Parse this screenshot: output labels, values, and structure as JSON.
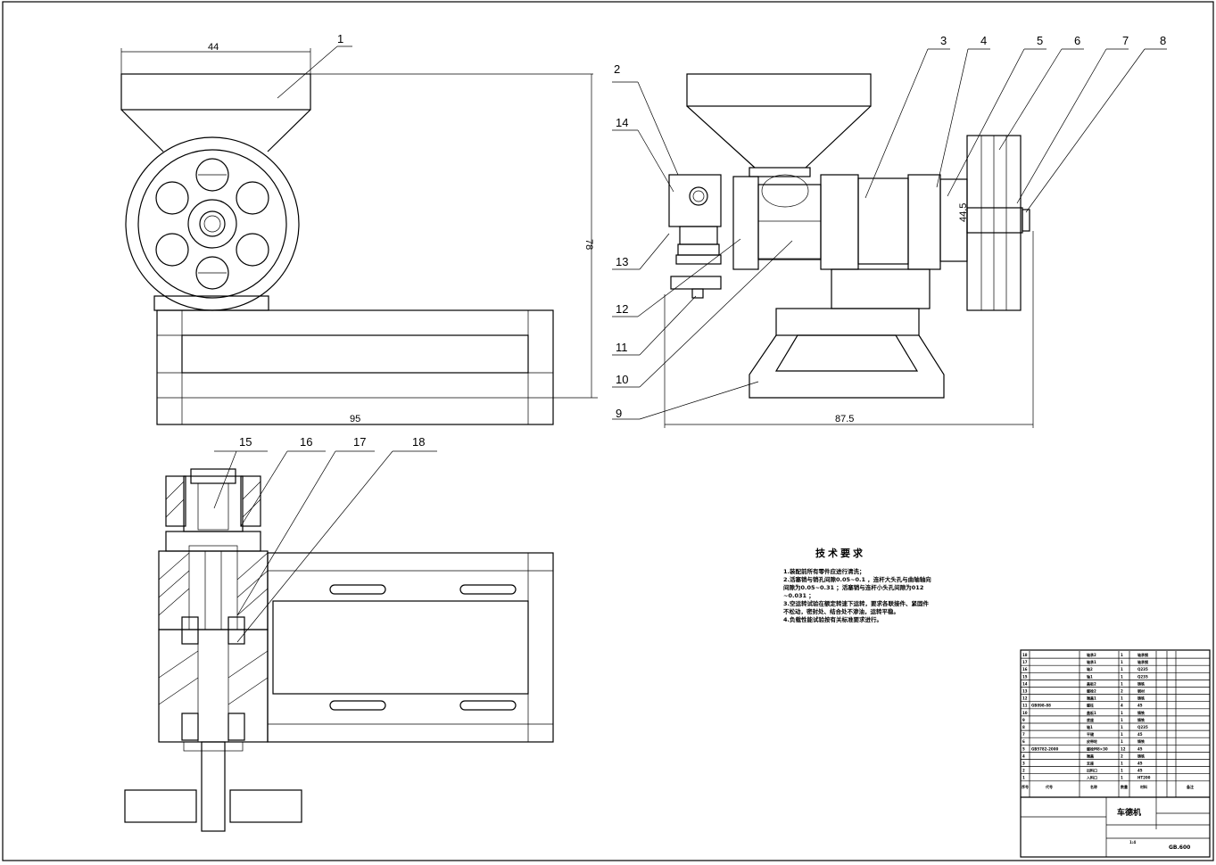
{
  "labels": {
    "main_view": [
      "1"
    ],
    "right_view": [
      "2",
      "3",
      "4",
      "5",
      "6",
      "7",
      "8",
      "9",
      "10",
      "11",
      "12",
      "13",
      "14"
    ],
    "section_view": [
      "15",
      "16",
      "17",
      "18"
    ]
  },
  "dimensions": {
    "hopper_width": "44",
    "height": "78",
    "base_length": "95",
    "right_length": "87.5",
    "shaft_dia": "44.5"
  },
  "tech_requirements": {
    "title": "技术要求",
    "lines": [
      "1.装配前所有零件应进行清洗；",
      "2.活塞销与销孔间隙0.05~0.1    ，连杆大头孔与曲轴轴向",
      "间隙为0.05~0.31   ；活塞销与连杆小头孔间隙为012",
      "~0.031   ；",
      "3.空运转试验在额定转速下运转，要求各联接件、紧固件",
      "不松动，密封处、结合处不渗油，运转平稳。",
      "4.负载性能试验按有关标准要求进行。"
    ]
  },
  "title_block": {
    "product_name": "车德机",
    "drawing_no": "GB.600",
    "scale": "1:4",
    "rows": [
      {
        "no": "18",
        "code": "",
        "name": "轴承2",
        "qty": "1",
        "mat": "轴承钢"
      },
      {
        "no": "17",
        "code": "",
        "name": "轴承1",
        "qty": "1",
        "mat": "轴承钢"
      },
      {
        "no": "16",
        "code": "",
        "name": "轴2",
        "qty": "1",
        "mat": "Q235"
      },
      {
        "no": "15",
        "code": "",
        "name": "轴1",
        "qty": "1",
        "mat": "Q235"
      },
      {
        "no": "14",
        "code": "",
        "name": "盖板2",
        "qty": "1",
        "mat": "铸铁"
      },
      {
        "no": "13",
        "code": "",
        "name": "螺栓2",
        "qty": "2",
        "mat": "钢材"
      },
      {
        "no": "12",
        "code": "",
        "name": "端盖1",
        "qty": "1",
        "mat": "铸铁"
      },
      {
        "no": "11",
        "code": "GB898-88",
        "name": "螺柱",
        "qty": "4",
        "mat": "45"
      },
      {
        "no": "10",
        "code": "",
        "name": "盖板1",
        "qty": "1",
        "mat": "铸铁"
      },
      {
        "no": "9",
        "code": "",
        "name": "底座",
        "qty": "1",
        "mat": "铸铁"
      },
      {
        "no": "8",
        "code": "",
        "name": "轴1",
        "qty": "1",
        "mat": "Q235"
      },
      {
        "no": "7",
        "code": "",
        "name": "平键",
        "qty": "1",
        "mat": "45"
      },
      {
        "no": "6",
        "code": "",
        "name": "皮带轮",
        "qty": "1",
        "mat": "铸铁"
      },
      {
        "no": "5",
        "code": "GB5782-2000",
        "name": "螺栓M8×30",
        "qty": "12",
        "mat": "45"
      },
      {
        "no": "4",
        "code": "",
        "name": "端盖",
        "qty": "2",
        "mat": "铸铁"
      },
      {
        "no": "3",
        "code": "",
        "name": "支座",
        "qty": "1",
        "mat": "45"
      },
      {
        "no": "2",
        "code": "",
        "name": "出料口",
        "qty": "1",
        "mat": "45"
      },
      {
        "no": "1",
        "code": "",
        "name": "入料口",
        "qty": "1",
        "mat": "HT200"
      }
    ],
    "headers": {
      "no": "序号",
      "code": "代号",
      "name": "名称",
      "qty": "数量",
      "mat": "材料",
      "remark": "备注"
    }
  }
}
